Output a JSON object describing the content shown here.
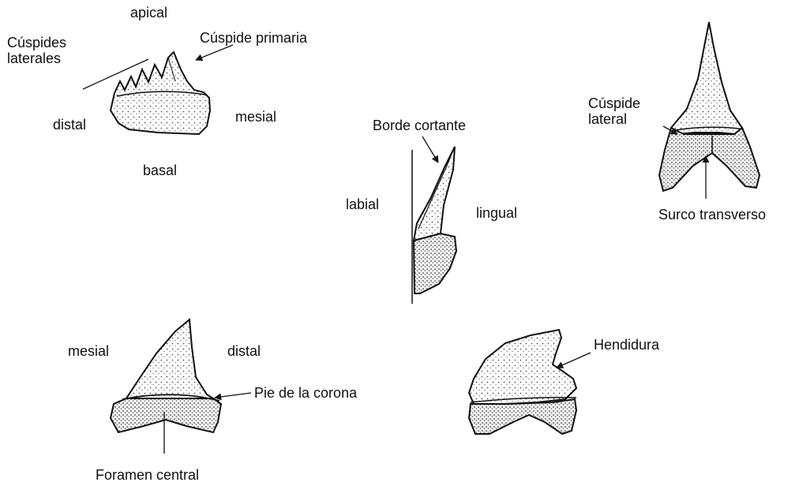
{
  "tooth1": {
    "apical": "apical",
    "lateral_cusps": "Cúspides\nlaterales",
    "primary_cusp": "Cúspide primaria",
    "distal": "distal",
    "mesial": "mesial",
    "basal": "basal"
  },
  "tooth2": {
    "cutting_edge": "Borde cortante",
    "labial": "labial",
    "lingual": "lingual"
  },
  "tooth3": {
    "lateral_cusp": "Cúspide\nlateral",
    "transverse_groove": "Surco transverso"
  },
  "tooth4": {
    "mesial": "mesial",
    "distal": "distal",
    "crown_foot": "Pie de la corona",
    "central_foramen": "Foramen central"
  },
  "tooth5": {
    "notch": "Hendidura"
  },
  "colors": {
    "ink": "#111111",
    "paper": "#ffffff",
    "stipple": "#d9d9d9"
  }
}
